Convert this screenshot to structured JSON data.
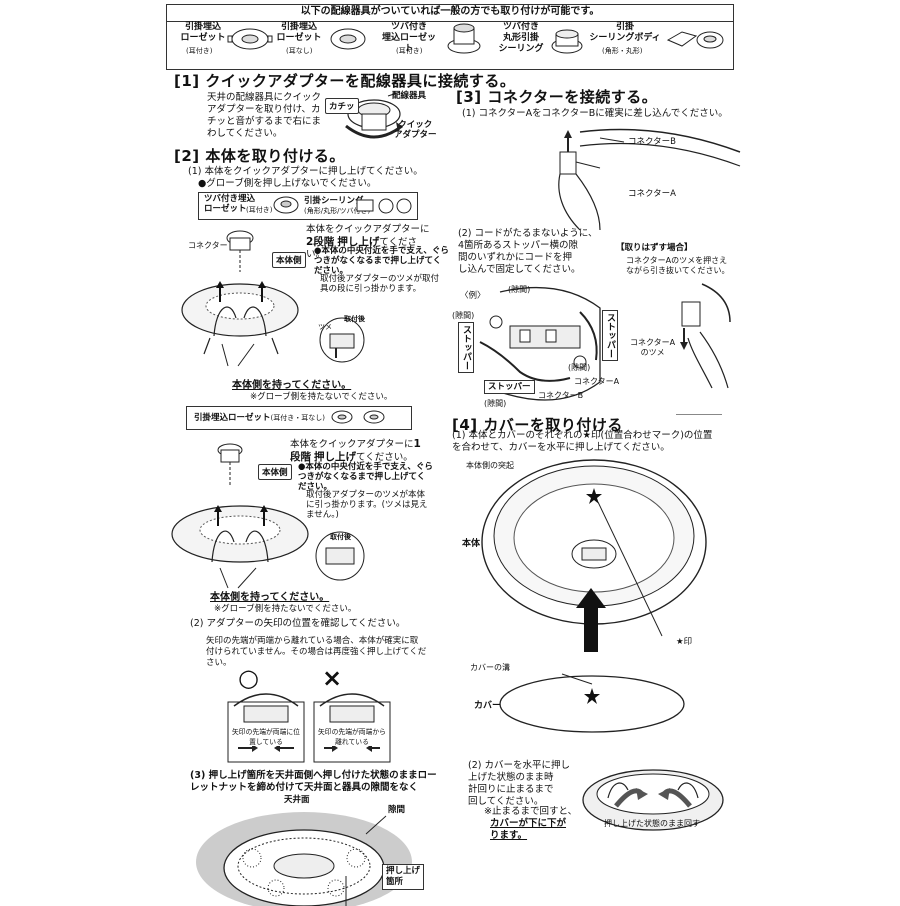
{
  "top": {
    "title": "以下の配線器具がついていれば一般の方でも取り付けが可能です。",
    "items": [
      {
        "label": "引掛埋込\nローゼット",
        "note": "(耳付き)"
      },
      {
        "label": "引掛埋込\nローゼット",
        "note": "(耳なし)"
      },
      {
        "label": "ツバ付き\n埋込ローゼット",
        "note": "(耳付き)"
      },
      {
        "label": "ツバ付き\n丸形引掛\nシーリング",
        "note": ""
      },
      {
        "label": "引掛\nシーリングボディ",
        "note": "(角形・丸形)"
      }
    ]
  },
  "s1": {
    "heading": "[1] クイックアダプターを配線器具に接続する。",
    "text": "天井の配線器具にクイック\nアダプターを取り付け、カ\nチッと音がするまで右にま\nわしてください。",
    "label_kachi": "カチッ",
    "label_haisen": "配線器具",
    "label_quick": "クイック\nアダプター"
  },
  "s2": {
    "heading": "[2] 本体を取り付ける。",
    "step1": "(1) 本体をクイックアダプターに押し上げてください。",
    "step1_note": "●グローブ側を押し上げないでください。",
    "boxA_left": "ツバ付き埋込\nローゼット",
    "boxA_left_note": "(耳付き)",
    "boxA_right": "引掛シーリング",
    "boxA_right_note": "(角形/丸形/ツバ付き)",
    "connector": "コネクター",
    "hontai": "本体側",
    "textA1a": "本体をクイックアダプターに",
    "textA1b": "2段階",
    "textA1c": "押し上げ",
    "textA1d": "てください。",
    "textA2": "●本体の中央付近を手で支え、ぐら\nつきがなくなるまで押し上げてく\nださい。",
    "textA3": "取付後アダプターのツメが取付\n具の段に引っ掛かります。",
    "toritsukego": "取付後",
    "tsume": "ツメ",
    "holdA": "本体側を持ってください。",
    "holdA_note": "※グローブ側を持たないでください。",
    "boxB": "引掛埋込ローゼット",
    "boxB_note": "(耳付き・耳なし)",
    "textB1a": "本体をクイックアダプターに",
    "textB1b": "1段階",
    "textB1c": "押し上げ",
    "textB1d": "てください。",
    "textB2": "●本体の中央付近を手で支え、ぐら\nつきがなくなるまで押し上げてく\nださい。",
    "textB3": "取付後アダプターのツメが本体\nに引っ掛かります。(ツメは見え\nません。)",
    "holdB": "本体側を持ってください。",
    "holdB_note": "※グローブ側を持たないでください。",
    "step2": "(2) アダプターの矢印の位置を確認してください。",
    "step2_text": "矢印の先端が両端から離れている場合、本体が確実に取\n付けられていません。その場合は再度強く押し上げてくだ\nさい。",
    "ok_mark": "○",
    "ng_mark": "×",
    "ok_cap": "矢印の先端が両端に位\n置している",
    "ng_cap": "矢印の先端が両端から\n離れている",
    "step3": "(3) 押し上げ箇所を天井面側へ押し付けた状態のままロー\nレットナットを締め付けて天井面と器具の隙間をなく",
    "tenjou": "天井面",
    "sukima": "隙間",
    "oshiage": "押し上げ\n箇所"
  },
  "s3": {
    "heading": "[3] コネクターを接続する。",
    "step1": "(1) コネクターAをコネクターBに確実に差し込んでください。",
    "connB": "コネクターB",
    "connA": "コネクターA",
    "step2": "(2) コードがたるまないように、\n4箇所あるストッパー横の隙\n間のいずれかにコードを押\nし込んで固定してください。",
    "remove_title": "【取りはずす場合】",
    "remove_text": "コネクターAのツメを押さえ\nながら引き抜いてください。",
    "rei": "〈例〉",
    "gap": "(隙間)",
    "stopper": "ストッパー",
    "connA_tsume": "コネクターA\nのツメ"
  },
  "s4": {
    "heading": "[4] カバーを取り付ける",
    "step1": "(1) 本体とカバーのそれぞれの★印(位置合わせマーク)の位置\nを合わせて、カバーを水平に押し上げてください。",
    "hontai_toki": "本体側の突起",
    "hontai": "本体",
    "star": "★印",
    "cover_groove": "カバーの溝",
    "cover": "カバー",
    "step2a": "(2) カバーを水平に押し\n上げた状態のまま時\n計回りに止まるまで\n回してください。",
    "step2b": "※止まるまで回すと、",
    "step2c": "カバーが下に下が\nります。",
    "rotate_cap": "押し上げた状態のまま回す"
  }
}
